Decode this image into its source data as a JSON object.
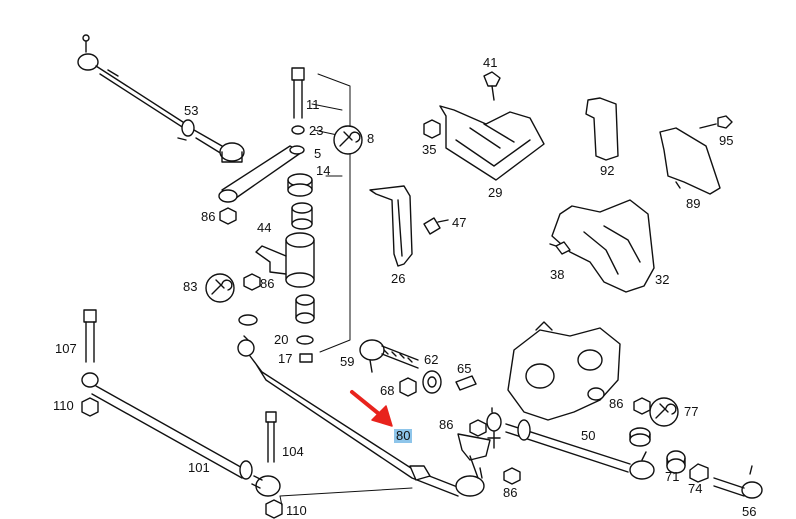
{
  "colors": {
    "ink": "#111111",
    "arrow": "#e8231d",
    "highlight": "#8ec5ea"
  },
  "highlighted_part": "80",
  "labels": {
    "p5": "5",
    "p8": "8",
    "p11": "11",
    "p14": "14",
    "p17": "17",
    "p20": "20",
    "p23": "23",
    "p26": "26",
    "p29": "29",
    "p32": "32",
    "p35": "35",
    "p38": "38",
    "p41": "41",
    "p44": "44",
    "p47": "47",
    "p50": "50",
    "p53": "53",
    "p56": "56",
    "p59": "59",
    "p62": "62",
    "p65": "65",
    "p68": "68",
    "p71": "71",
    "p74": "74",
    "p77": "77",
    "p80": "80",
    "p83": "83",
    "p86a": "86",
    "p86b": "86",
    "p86c": "86",
    "p86d": "86",
    "p86e": "86",
    "p89": "89",
    "p92": "92",
    "p95": "95",
    "p101": "101",
    "p104": "104",
    "p107": "107",
    "p110a": "110",
    "p110b": "110"
  },
  "icons": [
    "wrench-icon-8",
    "wrench-icon-83",
    "wrench-icon-77",
    "red-arrow-icon"
  ]
}
